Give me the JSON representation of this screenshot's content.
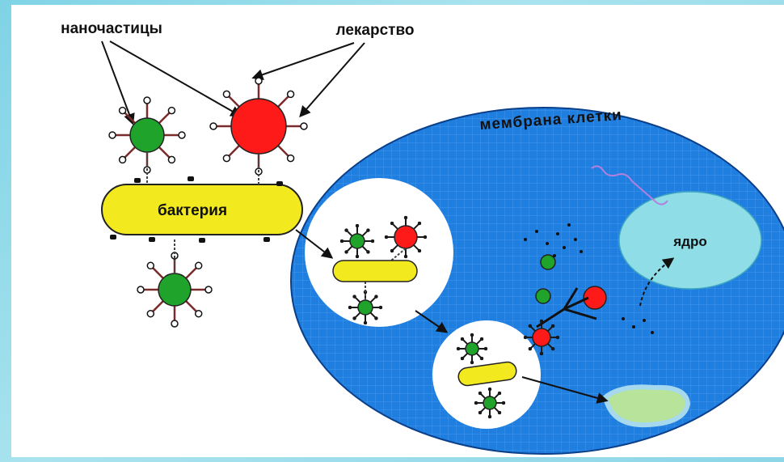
{
  "labels": {
    "nanoparticles": "наночастицы",
    "drug": "лекарство",
    "membrane": "мембрана клетки",
    "bacteria": "бактерия",
    "nucleus": "ядро"
  },
  "colors": {
    "cell": "#1f7fe0",
    "nucleus": "#8fdde6",
    "bacteria": "#f2ea1e",
    "particle_green": "#1fa32a",
    "particle_red": "#ff1a1a",
    "background": "#8fd8ea"
  }
}
